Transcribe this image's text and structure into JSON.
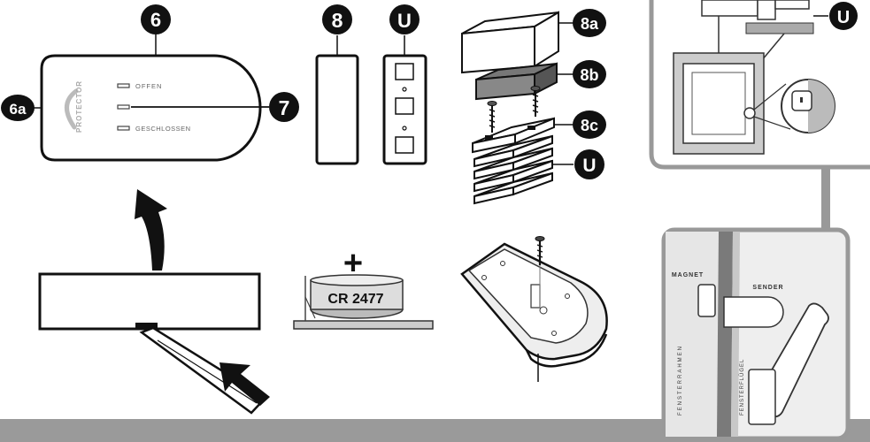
{
  "callouts": {
    "c6": "6",
    "c6a": "6a",
    "c7": "7",
    "c8": "8",
    "cU1": "U",
    "c8a": "8a",
    "c8b": "8b",
    "c8c": "8c",
    "cU2": "U",
    "cU3": "U"
  },
  "sensor": {
    "brand": "PROTECTOR",
    "led_open": "OFFEN",
    "led_closed": "GESCHLOSSEN"
  },
  "battery": {
    "plus": "+",
    "label": "CR 2477"
  },
  "window": {
    "magnet": "MAGNET",
    "sender": "SENDER",
    "frame": "FENSTERRAHMEN",
    "sash": "FENSTERFLÜGEL"
  }
}
